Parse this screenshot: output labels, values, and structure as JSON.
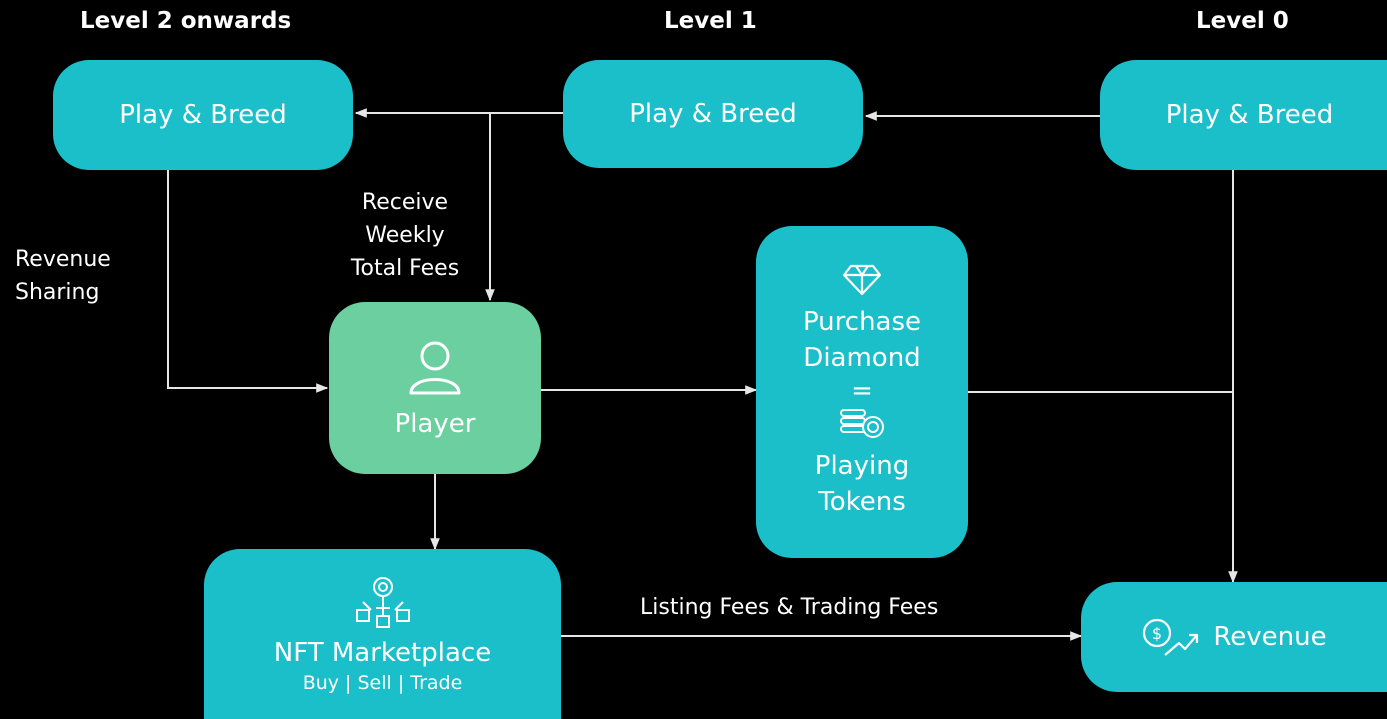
{
  "levels": {
    "level2": "Level 2 onwards",
    "level1": "Level 1",
    "level0": "Level 0"
  },
  "nodes": {
    "play_breed_l2": "Play & Breed",
    "play_breed_l1": "Play & Breed",
    "play_breed_l0": "Play & Breed",
    "player": "Player",
    "purchase": {
      "line1": "Purchase",
      "line2": "Diamond",
      "equals": "=",
      "line3": "Playing",
      "line4": "Tokens"
    },
    "marketplace": {
      "title": "NFT Marketplace",
      "subtitle": "Buy | Sell | Trade"
    },
    "revenue": "Revenue"
  },
  "edge_labels": {
    "revenue_sharing": [
      "Revenue",
      "Sharing"
    ],
    "receive_fees": [
      "Receive",
      "Weekly",
      "Total Fees"
    ],
    "listing_fees": "Listing Fees & Trading Fees"
  },
  "icons": {
    "player": "user-icon",
    "diamond": "diamond-icon",
    "tokens": "coins-icon",
    "marketplace": "marketplace-icon",
    "revenue": "revenue-icon"
  },
  "colors": {
    "background": "#000000",
    "box": "#1bbfca",
    "player_box": "#6ccfa0",
    "line": "#e6e6e6",
    "text": "#ffffff"
  }
}
